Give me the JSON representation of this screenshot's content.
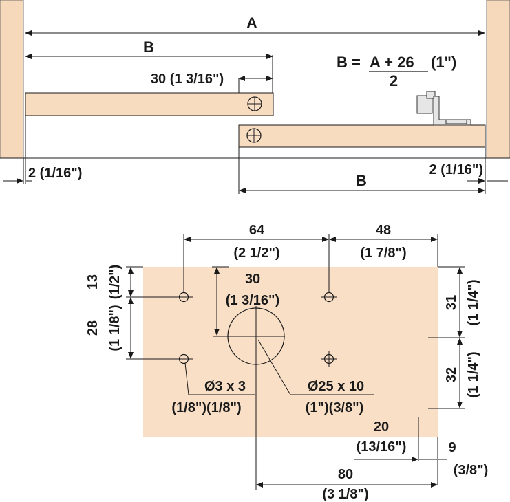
{
  "top": {
    "dim_A": "A",
    "dim_B_top": "B",
    "dim_B_bottom": "B",
    "dim_30": "30 (1 3/16\")",
    "gap_left": "2 (1/16\")",
    "gap_right": "2 (1/16\")",
    "formula": {
      "lhs": "B =",
      "numerator": "A + 26",
      "inch": "(1\")",
      "denominator": "2"
    }
  },
  "bottom": {
    "dim_64": "64",
    "dim_64_in": "(2 1/2\")",
    "dim_48": "48",
    "dim_48_in": "(1 7/8\")",
    "dim_30": "30",
    "dim_30_in": "(1 3/16\")",
    "dim_13": "13",
    "dim_13_in": "(1/2\")",
    "dim_28": "28",
    "dim_28_in": "(1 1/8\")",
    "dim_31": "31",
    "dim_31_in": "(1 1/4\")",
    "dim_32": "32",
    "dim_32_in": "(1 1/4\")",
    "hole_small": "Ø3 x 3",
    "hole_small_in": "(1/8\")(1/8\")",
    "hole_large": "Ø25 x 10",
    "hole_large_in": "(1\")(3/8\")",
    "dim_20": "20",
    "dim_20_in": "(13/16\")",
    "dim_9": "9",
    "dim_9_in": "(3/8\")",
    "dim_80": "80",
    "dim_80_in": "(3 1/8\")"
  }
}
